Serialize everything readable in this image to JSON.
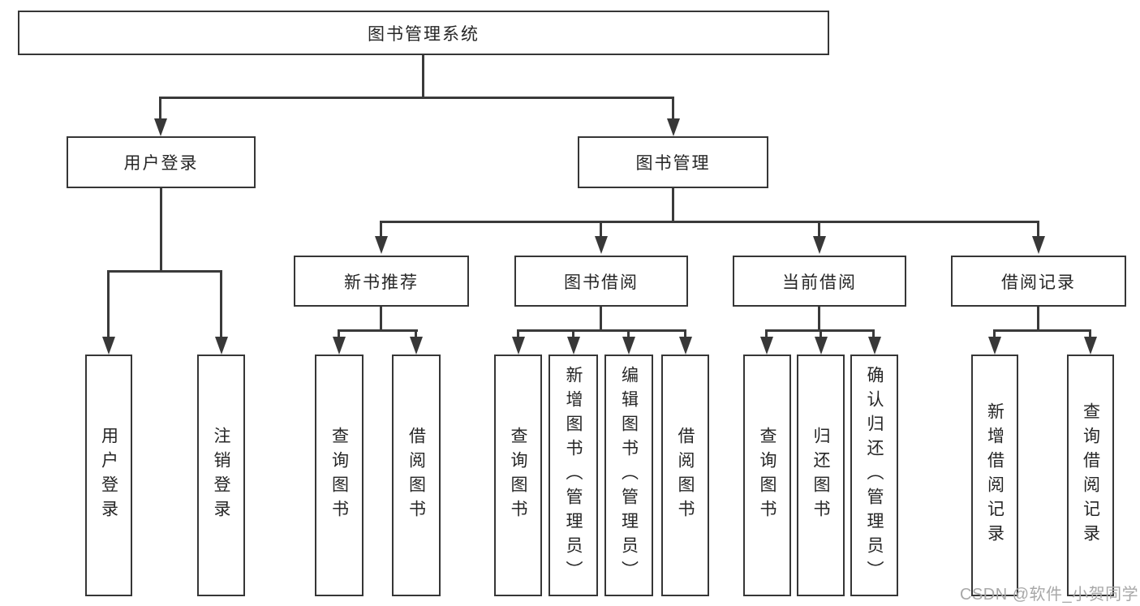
{
  "diagram": {
    "watermark": "CSDN @软件_小贺同学",
    "nodes": {
      "root": {
        "label": "图书管理系统"
      },
      "user_login": {
        "label": "用户登录"
      },
      "book_mgmt": {
        "label": "图书管理"
      },
      "new_book_rec": {
        "label": "新书推荐"
      },
      "book_borrow": {
        "label": "图书借阅"
      },
      "current_borrow": {
        "label": "当前借阅"
      },
      "borrow_records": {
        "label": "借阅记录"
      },
      "leaf_user_login": {
        "label": "用户登录"
      },
      "leaf_logout": {
        "label": "注销登录"
      },
      "leaf_query_book_1": {
        "label": "查询图书"
      },
      "leaf_borrow_book_1": {
        "label": "借阅图书"
      },
      "leaf_query_book_2": {
        "label": "查询图书"
      },
      "leaf_add_book": {
        "label": "新增图书（管理员）"
      },
      "leaf_edit_book": {
        "label": "编辑图书（管理员）"
      },
      "leaf_borrow_book_2": {
        "label": "借阅图书"
      },
      "leaf_query_book_3": {
        "label": "查询图书"
      },
      "leaf_return_book": {
        "label": "归还图书"
      },
      "leaf_confirm_return": {
        "label": "确认归还（管理员）"
      },
      "leaf_add_borrow_record": {
        "label": "新增借阅记录"
      },
      "leaf_query_borrow_record": {
        "label": "查询借阅记录"
      }
    }
  }
}
